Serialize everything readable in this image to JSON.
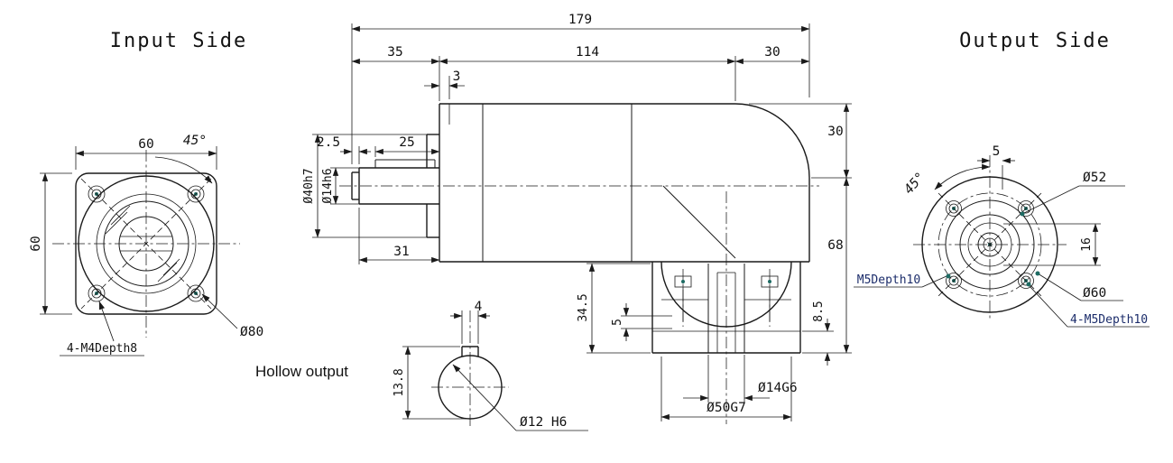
{
  "drawing": {
    "titles": {
      "input_side": "Input Side",
      "output_side": "Output Side",
      "hollow_output": "Hollow output"
    },
    "input_view": {
      "width": "60",
      "height": "60",
      "angle": "45°",
      "bolt_circle": "Ø80",
      "mounting_holes": "4-M4Depth8"
    },
    "side_view": {
      "total_length": "179",
      "input_length": "35",
      "body_length": "114",
      "output_length": "30",
      "flange_step": "3",
      "shaft_tip": "2.5",
      "key_length": "25",
      "pilot_dia": "Ø40h7",
      "shaft_dia": "Ø14h6",
      "shaft_length": "31",
      "corner_height": "30",
      "body_height": "68",
      "flange_thickness": "8.5",
      "output_depth": "34.5",
      "key_depth": "5",
      "output_bore": "Ø14G6",
      "output_spigot": "Ø50G7"
    },
    "hollow_view": {
      "key_width": "4",
      "bore_key_depth": "13.8",
      "bore": "Ø12 H6"
    },
    "output_view": {
      "key_offset": "5",
      "angle": "45°",
      "spigot": "Ø52",
      "key_width": "16",
      "center_tap": "M5Depth10",
      "bolt_circle": "Ø60",
      "mounting_holes": "4-M5Depth10"
    },
    "colors": {
      "line": "#1a1a1a",
      "annotation": "#1c2d6b",
      "marker_dot": "#1e6b63"
    }
  }
}
